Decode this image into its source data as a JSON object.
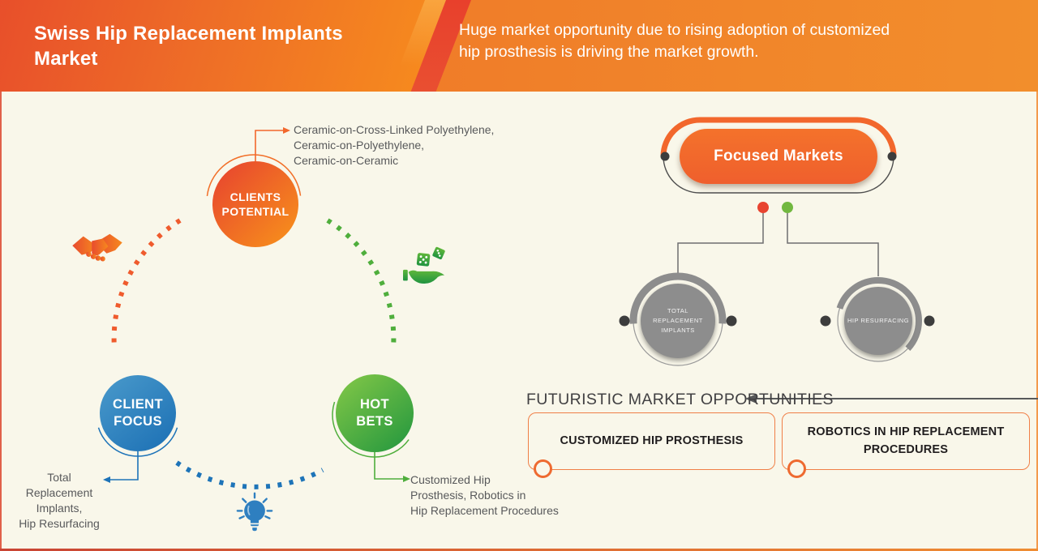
{
  "header": {
    "title": "Swiss Hip Replacement Implants\nMarket",
    "subtitle": "Huge market opportunity due to rising adoption of customized\nhip prosthesis is driving the market growth."
  },
  "cycle": {
    "clients_potential": {
      "label": "CLIENTS\nPOTENTIAL",
      "annotation": "Ceramic-on-Cross-Linked Polyethylene,\nCeramic-on-Polyethylene,\nCeramic-on-Ceramic",
      "color": "#f2672c",
      "icon": "handshake-icon"
    },
    "client_focus": {
      "label": "CLIENT\nFOCUS",
      "annotation": "Total\nReplacement\nImplants,\nHip Resurfacing",
      "color": "#1d73b8",
      "icon": "lightbulb-icon"
    },
    "hot_bets": {
      "label": "HOT\nBETS",
      "annotation": "Customized Hip\nProsthesis, Robotics in\nHip Replacement Procedures",
      "color": "#54b43c",
      "icon": "dice-hand-icon"
    }
  },
  "focused_markets": {
    "title": "Focused Markets",
    "nodes": [
      {
        "label": "TOTAL\nREPLACEMENT\nIMPLANTS",
        "dot_color": "#e84430"
      },
      {
        "label": "HIP RESURFACING",
        "dot_color": "#72b840"
      }
    ]
  },
  "opportunities": {
    "heading": "FUTURISTIC MARKET OPPORTUNITIES",
    "items": [
      {
        "label": "CUSTOMIZED HIP PROSTHESIS"
      },
      {
        "label": "ROBOTICS IN HIP REPLACEMENT\nPROCEDURES"
      }
    ]
  },
  "colors": {
    "header_red": "#e6452c",
    "header_orange": "#f28e2c",
    "background": "#f9f7ea",
    "accent_orange": "#f2672c",
    "blue": "#1d73b8",
    "green": "#54b43c",
    "gray_node": "#8d8d8d"
  }
}
